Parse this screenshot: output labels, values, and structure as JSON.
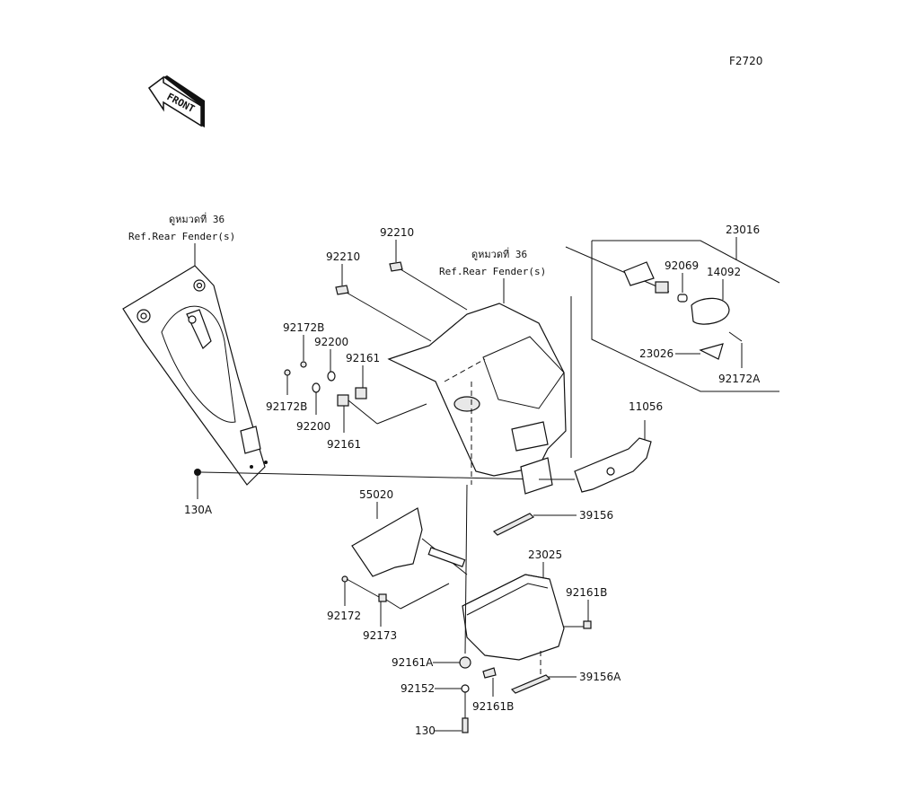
{
  "diagram": {
    "figure_code": "F2720",
    "front_indicator": "FRONT",
    "references": [
      {
        "thai": "ดูหมวดที่ 36",
        "english": "Ref.Rear Fender(s)"
      },
      {
        "thai": "ดูหมวดที่ 36",
        "english": "Ref.Rear Fender(s)"
      }
    ],
    "part_numbers": {
      "p23016": "23016",
      "p92069": "92069",
      "p14092": "14092",
      "p23026": "23026",
      "p92172A": "92172A",
      "p92210a": "92210",
      "p92210b": "92210",
      "p92172B_top": "92172B",
      "p92172B_bot": "92172B",
      "p92200_top": "92200",
      "p92200_bot": "92200",
      "p92161_top": "92161",
      "p92161_bot": "92161",
      "p11056": "11056",
      "p130A": "130A",
      "p55020": "55020",
      "p39156": "39156",
      "p23025": "23025",
      "p92161B_right": "92161B",
      "p92172": "92172",
      "p92173": "92173",
      "p92161A": "92161A",
      "p92152": "92152",
      "p92161B_bot": "92161B",
      "p39156A": "39156A",
      "p130": "130"
    }
  }
}
